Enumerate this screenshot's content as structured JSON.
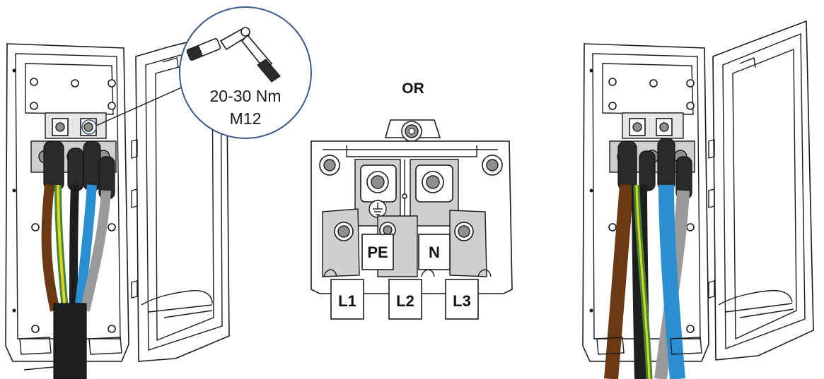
{
  "callout": {
    "torque": "20-30 Nm",
    "bolt": "M12"
  },
  "separator": "OR",
  "terminals": {
    "pe": "PE",
    "n": "N",
    "l1": "L1",
    "l2": "L2",
    "l3": "L3"
  },
  "colors": {
    "brown": "#6b3a12",
    "green": "#3d8a3a",
    "yellow": "#e8d11e",
    "black": "#1e1e1e",
    "blue": "#2a8fd1",
    "grey": "#9a9a9a",
    "outline": "#1b1b1b"
  },
  "icons": {
    "wrench": "torque-wrench-icon",
    "earth": "earth-ground-icon"
  }
}
